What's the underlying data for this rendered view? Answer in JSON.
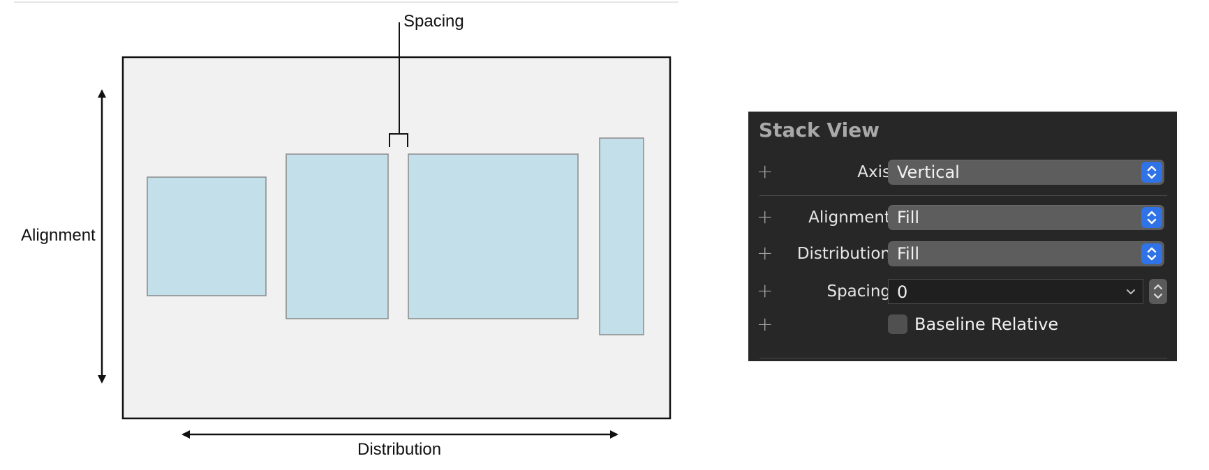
{
  "diagram": {
    "spacing_label": "Spacing",
    "alignment_label": "Alignment",
    "distribution_label": "Distribution"
  },
  "inspector": {
    "title": "Stack View",
    "axis": {
      "label": "Axis",
      "value": "Vertical"
    },
    "alignment": {
      "label": "Alignment",
      "value": "Fill"
    },
    "distribution": {
      "label": "Distribution",
      "value": "Fill"
    },
    "spacing": {
      "label": "Spacing",
      "value": "0"
    },
    "baseline_relative": {
      "label": "Baseline Relative",
      "checked": false
    },
    "add_symbol": "+"
  },
  "colors": {
    "stack_item_fill": "#c3e0ea",
    "container_fill": "#f1f1f1",
    "panel_background": "#272727",
    "accent": "#2f73e6"
  }
}
